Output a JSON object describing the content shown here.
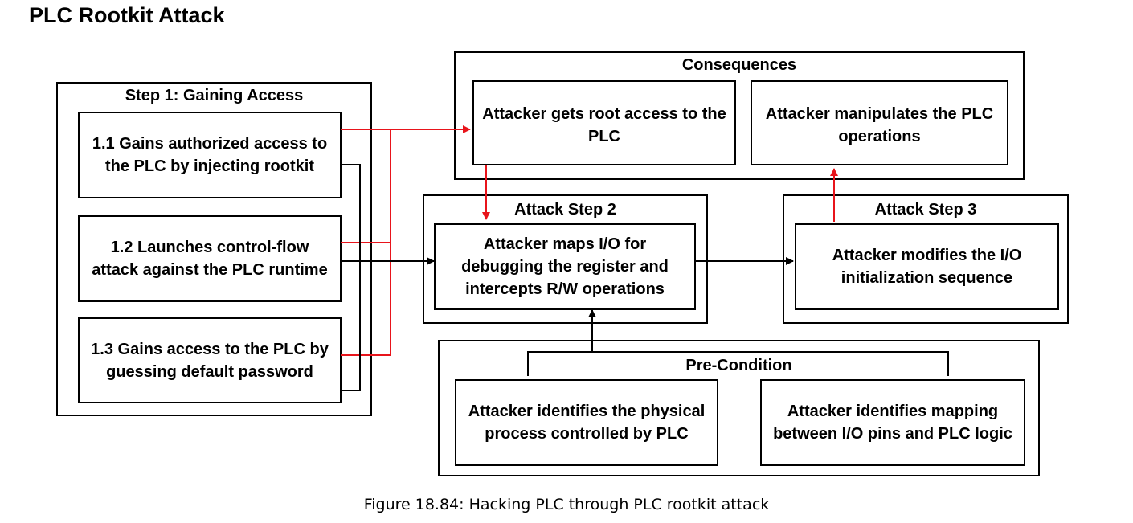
{
  "page_title": "PLC Rootkit Attack",
  "step1": {
    "title": "Step 1: Gaining Access",
    "items": [
      "1.1 Gains authorized access to the PLC by injecting rootkit",
      "1.2 Launches control-flow attack against the PLC runtime",
      "1.3 Gains access to the PLC by guessing default password"
    ]
  },
  "consequences": {
    "title": "Consequences",
    "items": [
      "Attacker gets root access to the PLC",
      "Attacker manipulates the PLC operations"
    ]
  },
  "attack_step2": {
    "title": "Attack Step 2",
    "text": "Attacker maps I/O for debugging the register and intercepts R/W operations"
  },
  "attack_step3": {
    "title": "Attack Step 3",
    "text": "Attacker modifies the I/O initialization sequence"
  },
  "precondition": {
    "title": "Pre-Condition",
    "items": [
      "Attacker identifies the physical process controlled by PLC",
      "Attacker identifies mapping between I/O pins and PLC logic"
    ]
  },
  "colors": {
    "red_connector": "#e8141b",
    "black_connector": "#000000"
  },
  "caption": "Figure 18.84: Hacking PLC through PLC rootkit attack"
}
